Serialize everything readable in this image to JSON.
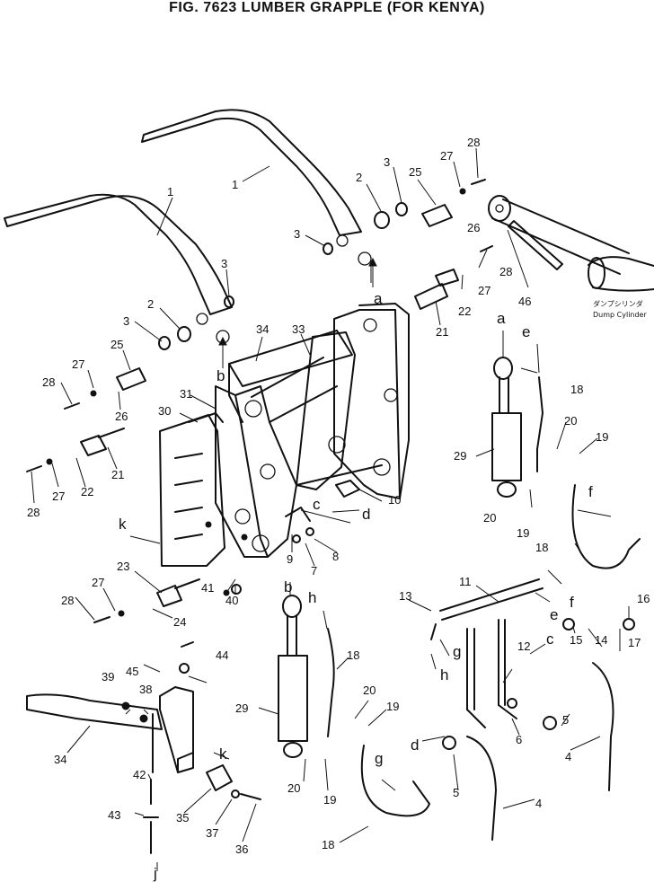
{
  "title": "FIG. 7623  LUMBER GRAPPLE (FOR KENYA)",
  "note": {
    "jp": "ダンプシリンダ",
    "en": "Dump Cylinder"
  },
  "callouts": [
    {
      "t": "1"
    },
    {
      "t": "1"
    },
    {
      "t": "2"
    },
    {
      "t": "3"
    },
    {
      "t": "25"
    },
    {
      "t": "27"
    },
    {
      "t": "28"
    },
    {
      "t": "3"
    },
    {
      "t": "26"
    },
    {
      "t": "28"
    },
    {
      "t": "27"
    },
    {
      "t": "22"
    },
    {
      "t": "21"
    },
    {
      "t": "46"
    },
    {
      "t": "3"
    },
    {
      "t": "2"
    },
    {
      "t": "3"
    },
    {
      "t": "34"
    },
    {
      "t": "33"
    },
    {
      "t": "27"
    },
    {
      "t": "25"
    },
    {
      "t": "28"
    },
    {
      "t": "26"
    },
    {
      "t": "31"
    },
    {
      "t": "30"
    },
    {
      "t": "28"
    },
    {
      "t": "27"
    },
    {
      "t": "22"
    },
    {
      "t": "21"
    },
    {
      "t": "18"
    },
    {
      "t": "20"
    },
    {
      "t": "19"
    },
    {
      "t": "29"
    },
    {
      "t": "20"
    },
    {
      "t": "19"
    },
    {
      "t": "10"
    },
    {
      "t": "18"
    },
    {
      "t": "9"
    },
    {
      "t": "7"
    },
    {
      "t": "8"
    },
    {
      "t": "23"
    },
    {
      "t": "28"
    },
    {
      "t": "27"
    },
    {
      "t": "24"
    },
    {
      "t": "41"
    },
    {
      "t": "40"
    },
    {
      "t": "11"
    },
    {
      "t": "13"
    },
    {
      "t": "16"
    },
    {
      "t": "15"
    },
    {
      "t": "14"
    },
    {
      "t": "17"
    },
    {
      "t": "12"
    },
    {
      "t": "18"
    },
    {
      "t": "44"
    },
    {
      "t": "45"
    },
    {
      "t": "39"
    },
    {
      "t": "38"
    },
    {
      "t": "29"
    },
    {
      "t": "20"
    },
    {
      "t": "19"
    },
    {
      "t": "5"
    },
    {
      "t": "6"
    },
    {
      "t": "34"
    },
    {
      "t": "4"
    },
    {
      "t": "42"
    },
    {
      "t": "20"
    },
    {
      "t": "19"
    },
    {
      "t": "5"
    },
    {
      "t": "4"
    },
    {
      "t": "43"
    },
    {
      "t": "35"
    },
    {
      "t": "37"
    },
    {
      "t": "36"
    },
    {
      "t": "18"
    }
  ],
  "letters": [
    {
      "t": "a"
    },
    {
      "t": "b"
    },
    {
      "t": "a"
    },
    {
      "t": "e"
    },
    {
      "t": "c"
    },
    {
      "t": "d"
    },
    {
      "t": "k"
    },
    {
      "t": "f"
    },
    {
      "t": "b"
    },
    {
      "t": "h"
    },
    {
      "t": "f"
    },
    {
      "t": "e"
    },
    {
      "t": "g"
    },
    {
      "t": "h"
    },
    {
      "t": "c"
    },
    {
      "t": "k"
    },
    {
      "t": "d"
    },
    {
      "t": "g"
    },
    {
      "t": "j"
    }
  ]
}
